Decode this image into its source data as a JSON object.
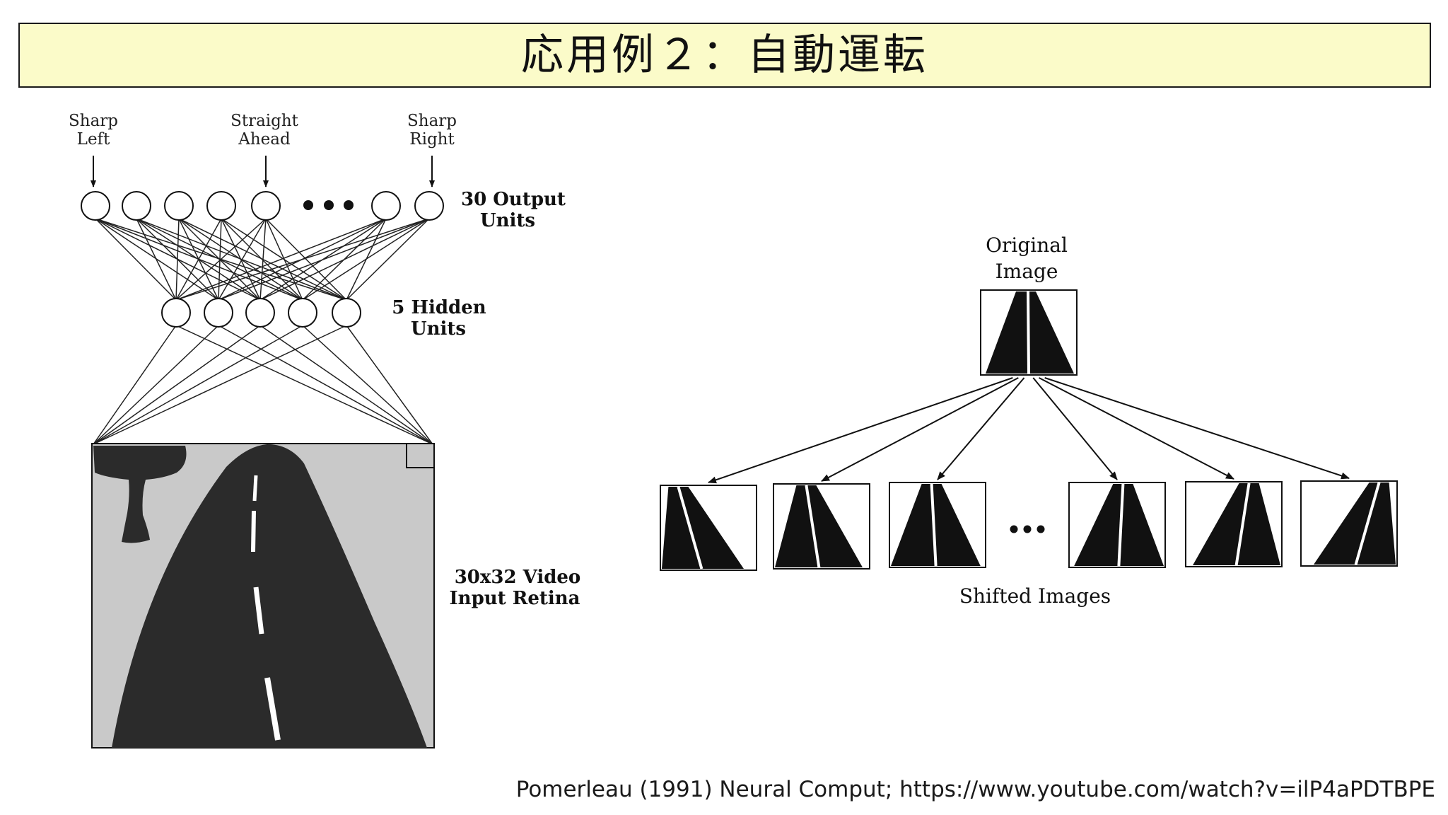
{
  "slide": {
    "title": "応用例２：自動運転",
    "citation": "Pomerleau (1991) Neural Comput; https://www.youtube.com/watch?v=ilP4aPDTBPE"
  },
  "network": {
    "output_labels": [
      {
        "line1": "Sharp",
        "line2": "Left"
      },
      {
        "line1": "Straight",
        "line2": "Ahead"
      },
      {
        "line1": "Sharp",
        "line2": "Right"
      }
    ],
    "output_units_label": {
      "line1": "30 Output",
      "line2": "Units"
    },
    "hidden_units_label": {
      "line1": "5 Hidden",
      "line2": "Units"
    },
    "retina_label": {
      "line1": "30x32 Video",
      "line2": "Input Retina"
    }
  },
  "augmentation": {
    "original_label": {
      "line1": "Original",
      "line2": "Image"
    },
    "shifted_label": "Shifted Images"
  },
  "colors": {
    "title_bg": "#fbfbc9",
    "retina_bg": "#c9c9c9",
    "road": "#2b2b2b"
  }
}
